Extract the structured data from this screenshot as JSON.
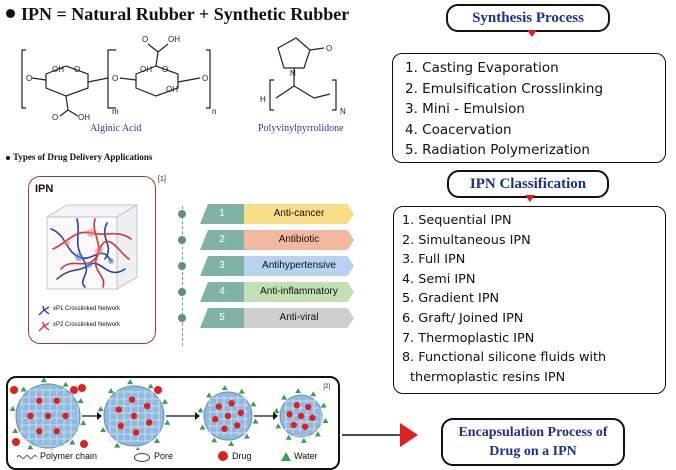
{
  "title": "IPN = Natural Rubber + Synthetic Rubber",
  "molecules": {
    "alginic_acid": "Alginic Acid",
    "pvp": "Polyvinylpyrrolidone"
  },
  "drug_delivery_heading": "Types of Drug Delivery Applications",
  "ipn_figure": {
    "label": "IPN",
    "ref": "[1]",
    "legend": [
      "xP1 Crosslinked Network",
      "xP2 Crosslinked Network"
    ]
  },
  "applications": [
    {
      "num": "1",
      "label": "Anti-cancer",
      "color": "#f7dd86"
    },
    {
      "num": "2",
      "label": "Antibiotic",
      "color": "#f2b9a0"
    },
    {
      "num": "3",
      "label": "Antihypertensive",
      "color": "#b7d3ef"
    },
    {
      "num": "4",
      "label": "Anti-inflammatory",
      "color": "#c2e0b4"
    },
    {
      "num": "5",
      "label": "Anti-viral",
      "color": "#cfcfcf"
    }
  ],
  "synthesis": {
    "title": "Synthesis Process",
    "items": [
      "1.  Casting Evaporation",
      "2.  Emulsification Crosslinking",
      "3.  Mini - Emulsion",
      "4.  Coacervation",
      "5.  Radiation Polymerization"
    ]
  },
  "classification": {
    "title": "IPN Classification",
    "items": [
      "1.   Sequential IPN",
      "2.   Simultaneous IPN",
      "3.   Full IPN",
      "4.   Semi IPN",
      "5.   Gradient IPN",
      "6.   Graft/ Joined IPN",
      "7.   Thermoplastic IPN",
      "8.   Functional silicone fluids with",
      "thermoplastic resins IPN"
    ]
  },
  "encapsulation": {
    "ref": "[2]",
    "legend": {
      "chain": "Polymer chain",
      "pore": "Pore",
      "drug": "Drug",
      "water": "Water"
    },
    "title_line1": "Encapsulation Process of",
    "title_line2": "Drug on a IPN"
  },
  "colors": {
    "accent_navy": "#1f2f8c",
    "arrow_red": "#e02020",
    "ipn_border": "#a33a3a",
    "drug_red": "#e02020",
    "water_green": "#3aa14a",
    "matrix_blue": "#8fb9dd"
  }
}
